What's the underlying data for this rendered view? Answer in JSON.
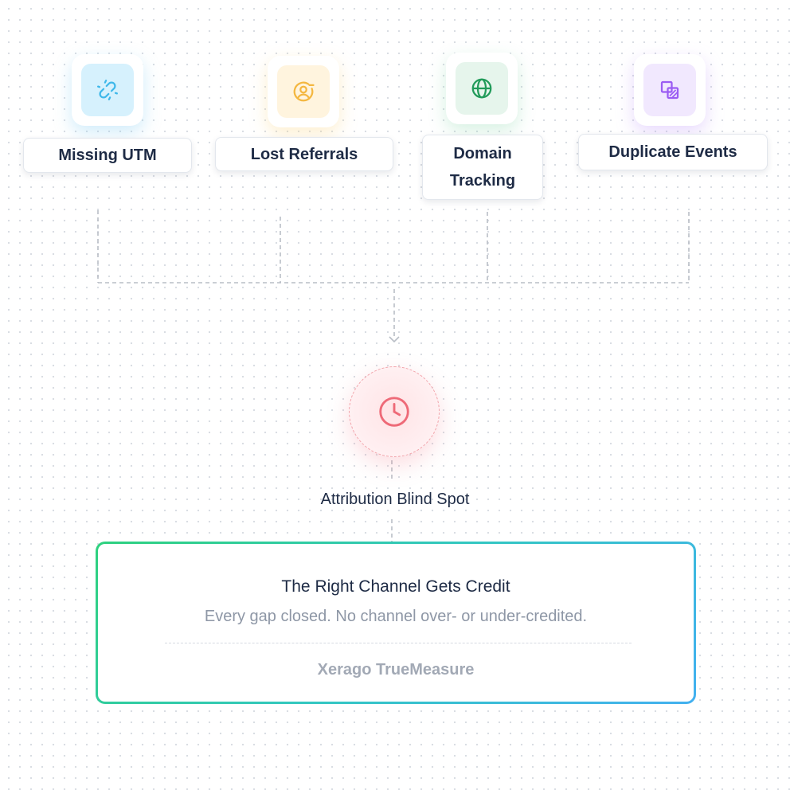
{
  "sources": [
    {
      "label": "Missing UTM",
      "icon": "broken-link-icon",
      "accent": "#3fb8ea",
      "tile_bg": "#d6f1fd"
    },
    {
      "label": "Lost Referrals",
      "icon": "user-circle-icon",
      "accent": "#f4b740",
      "tile_bg": "#fff4de"
    },
    {
      "label": "Domain Tracking",
      "icon": "globe-icon",
      "accent": "#229b5a",
      "tile_bg": "#e6f5ec"
    },
    {
      "label": "Duplicate Events",
      "icon": "duplicate-icon",
      "accent": "#9b5cf3",
      "tile_bg": "#f1e8fe"
    }
  ],
  "blind_spot": {
    "label": "Attribution Blind Spot",
    "icon": "clock-icon",
    "accent": "#ee6a78"
  },
  "result": {
    "title": "The Right Channel Gets Credit",
    "subtitle": "Every gap closed. No channel over- or under-credited.",
    "brand": "Xerago TrueMeasure",
    "border_gradient": [
      "#2ed17e",
      "#33c7c2",
      "#43b0f0"
    ]
  }
}
